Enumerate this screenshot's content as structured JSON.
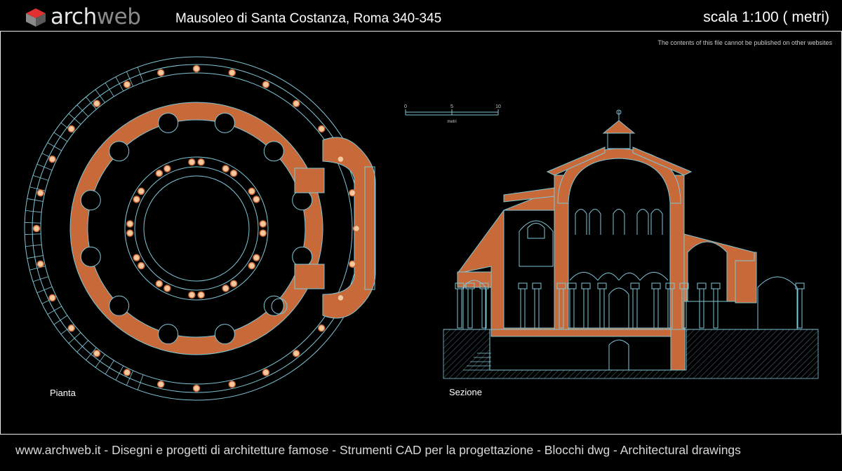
{
  "header": {
    "logo_text_main": "arch",
    "logo_text_accent": "web",
    "title": "Mausoleo di Santa Costanza, Roma 340-345",
    "scale": "scala 1:100 ( metri)"
  },
  "notice": "The contents of this file cannot be published on other websites",
  "scale_bar": {
    "ticks": [
      "0",
      "5",
      "10"
    ],
    "unit": "metri"
  },
  "drawings": {
    "plan_label": "Pianta",
    "section_label": "Sezione"
  },
  "footer": {
    "text": "www.archweb.it -   Disegni e progetti di architetture famose - Strumenti CAD  per la progettazione - Blocchi dwg - Architectural drawings"
  },
  "colors": {
    "background": "#000000",
    "frame_line": "#e8e8e8",
    "cad_line": "#7fc6d6",
    "wall_fill": "#c8693a",
    "column_fill": "#f4c9a0"
  }
}
